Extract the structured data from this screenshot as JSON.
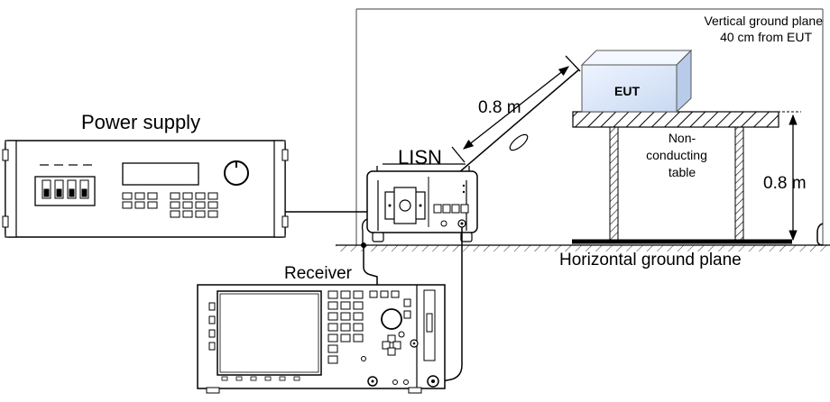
{
  "labels": {
    "power_supply": "Power supply",
    "lisn": "LISN",
    "receiver": "Receiver",
    "eut": "EUT",
    "table_line1": "Non-",
    "table_line2": "conducting",
    "table_line3": "table",
    "vertical_plane_line1": "Vertical ground plane",
    "vertical_plane_line2": "40 cm from EUT",
    "horizontal_plane": "Horizontal ground plane",
    "dim_cable": "0.8 m",
    "dim_height": "0.8 m"
  }
}
